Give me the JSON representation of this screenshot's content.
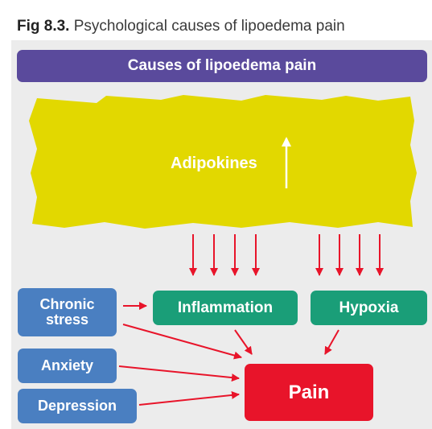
{
  "figure": {
    "label": "Fig 8.3.",
    "caption": "Psychological causes of lipoedema pain"
  },
  "header": {
    "title": "Causes of lipoedema pain"
  },
  "nodes": {
    "adipokines": "Adipokines",
    "chronic_stress_line1": "Chronic",
    "chronic_stress_line2": "stress",
    "anxiety": "Anxiety",
    "depression": "Depression",
    "inflammation": "Inflammation",
    "hypoxia": "Hypoxia",
    "pain": "Pain"
  },
  "colors": {
    "header": "#5a4a9c",
    "adipokines_blob": "#e2d800",
    "psych_boxes": "#4a7fc1",
    "mediator_boxes": "#1a9e78",
    "pain_box": "#e8142a",
    "arrows": "#e8142a"
  }
}
